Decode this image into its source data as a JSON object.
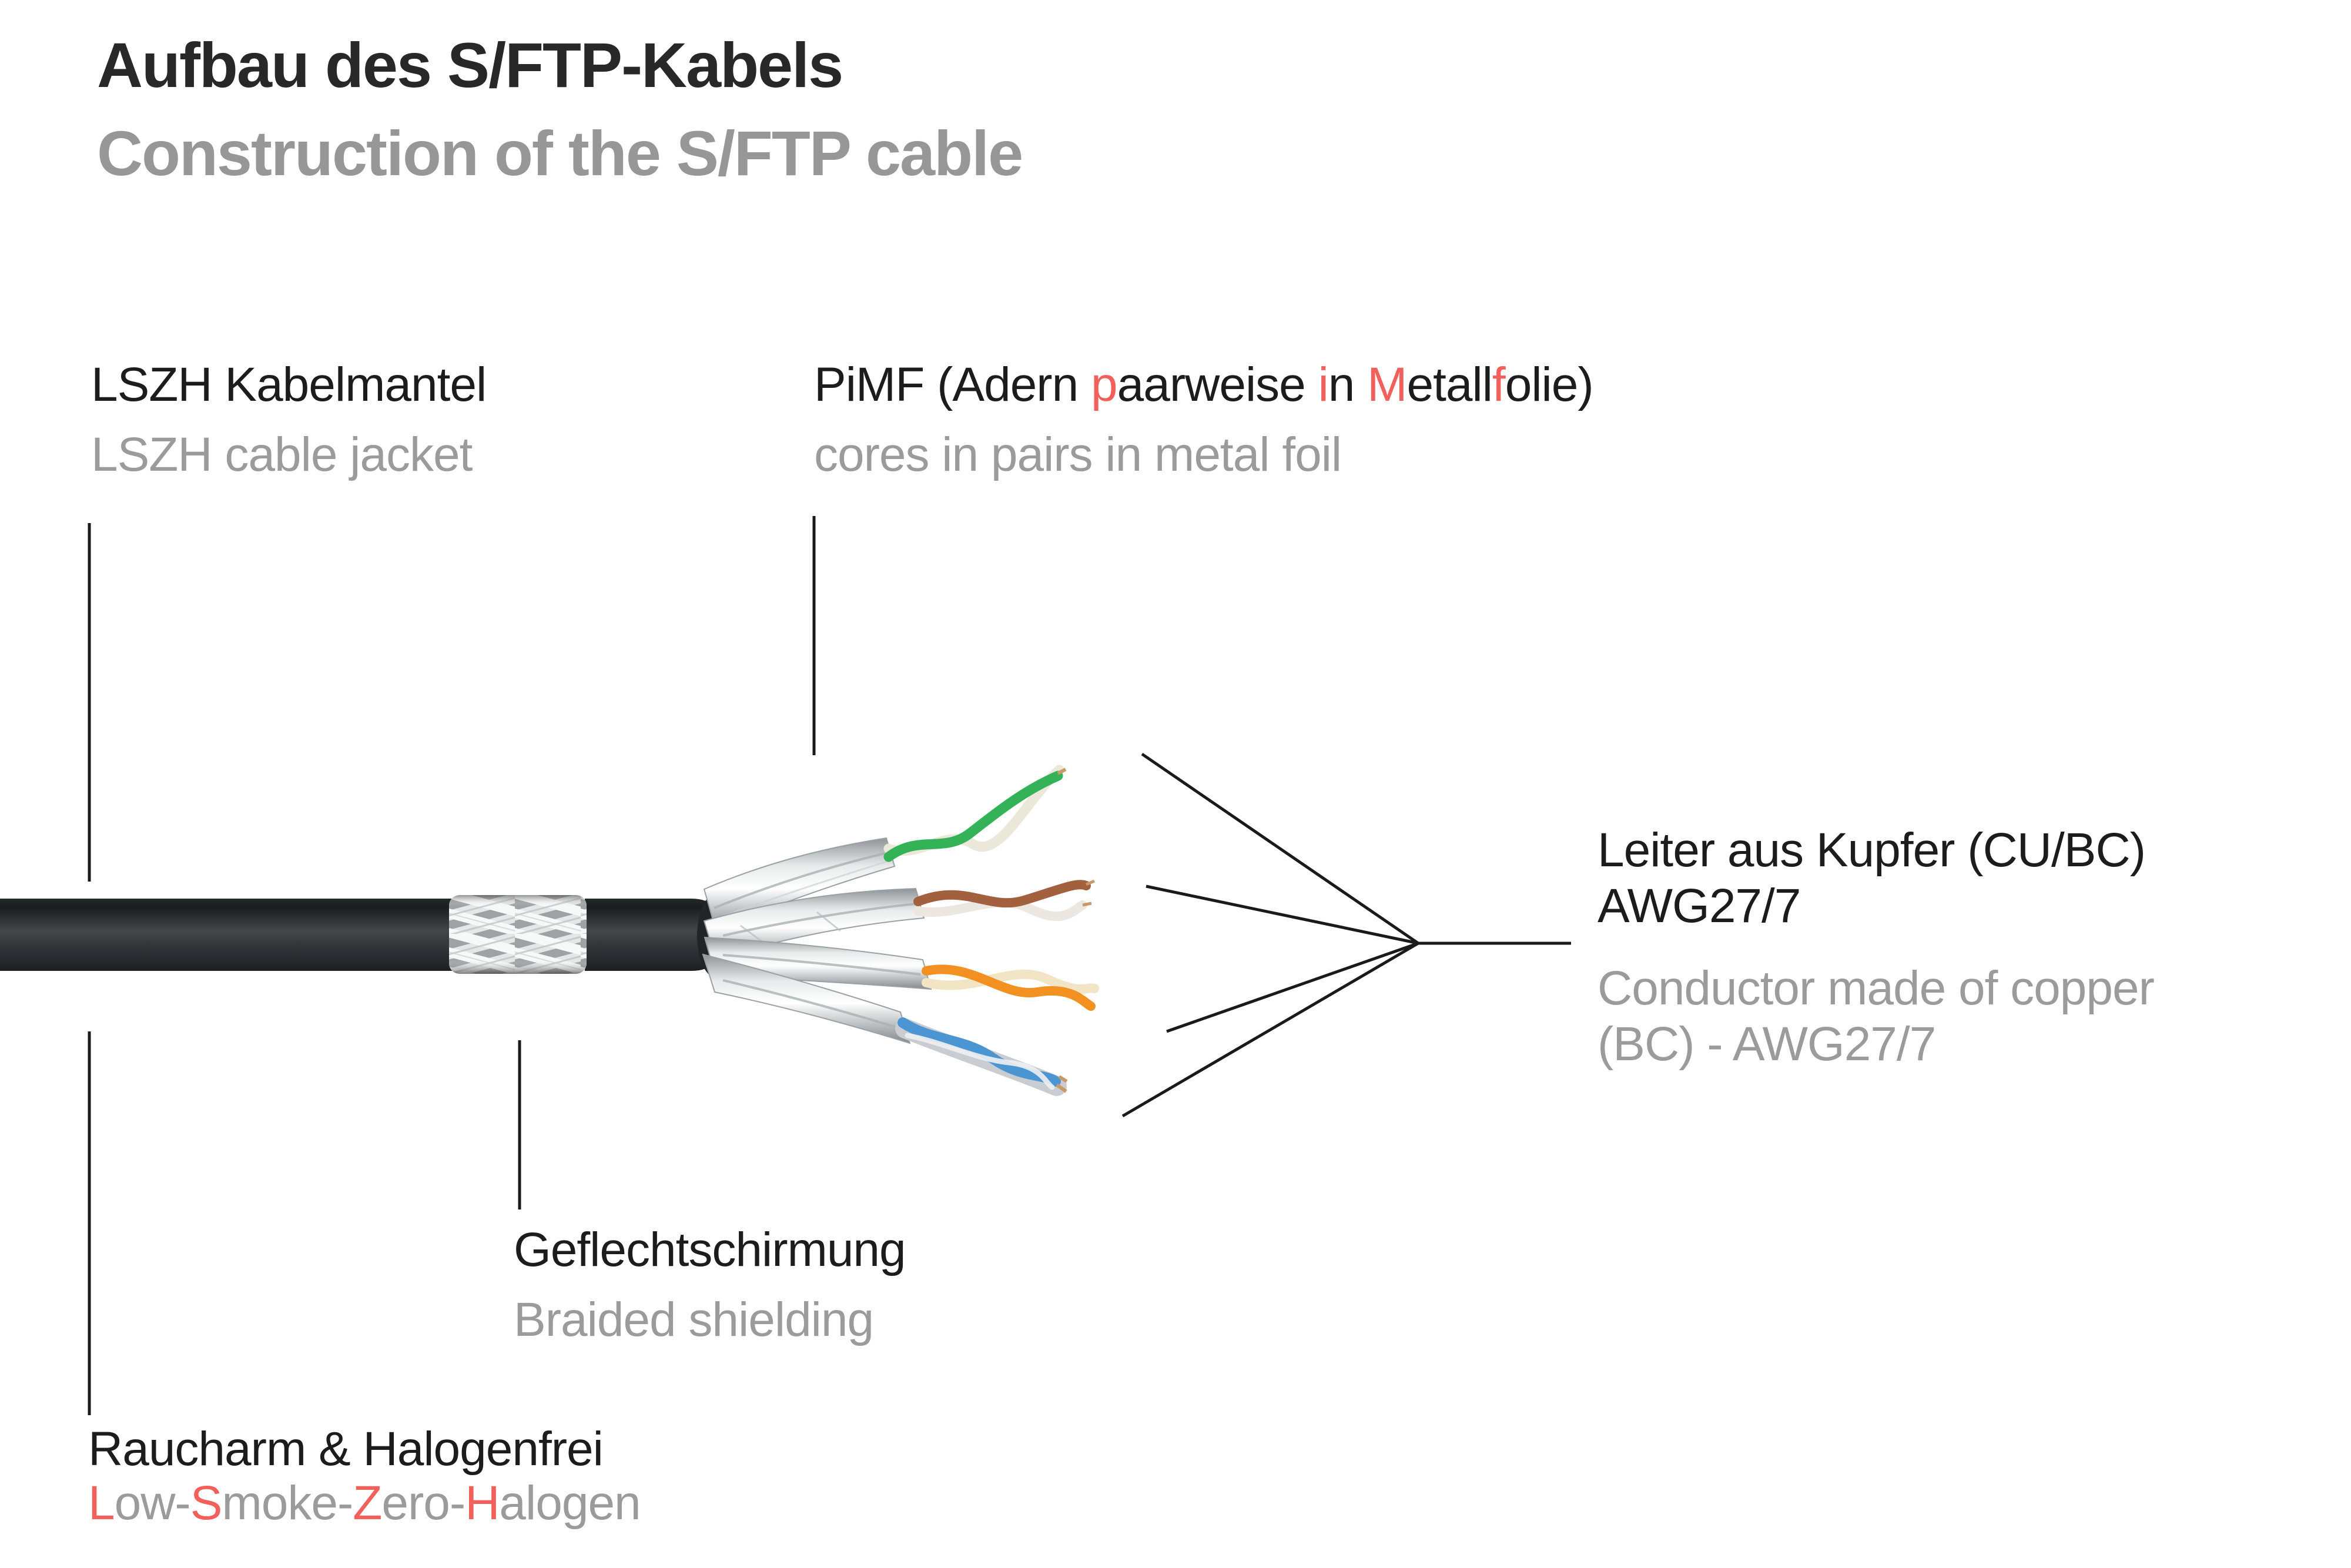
{
  "palette": {
    "accent_red": "#f2605c",
    "text_dark": "#1c1c1c",
    "text_gray": "#9b9b9b",
    "callout_line_color": "#1a1a1a",
    "jacket_black": "#24282b"
  },
  "header": {
    "title_de": "Aufbau des S/FTP-Kabels",
    "title_en": "Construction of the S/FTP cable"
  },
  "callouts": {
    "jacket": {
      "de": "LSZH Kabelmantel",
      "en": "LSZH cable jacket"
    },
    "pimf": {
      "de_segments": [
        {
          "t": "PiMF (Adern "
        },
        {
          "t": "p",
          "accent": true
        },
        {
          "t": "aarweise "
        },
        {
          "t": "i",
          "accent": true
        },
        {
          "t": "n "
        },
        {
          "t": "M",
          "accent": true
        },
        {
          "t": "etall"
        },
        {
          "t": "f",
          "accent": true
        },
        {
          "t": "olie)"
        }
      ],
      "en": "cores in pairs in metal foil"
    },
    "conductor": {
      "de_lines": [
        "Leiter aus Kupfer (CU/BC)",
        "AWG27/7"
      ],
      "en_lines": [
        "Conductor made of copper",
        "(BC) - AWG27/7"
      ]
    },
    "braid": {
      "de": "Geflechtschirmung",
      "en": "Braided shielding"
    },
    "lszh_property": {
      "de": "Raucharm & Halogenfrei",
      "en_segments": [
        {
          "t": "L",
          "accent": true
        },
        {
          "t": "ow-"
        },
        {
          "t": "S",
          "accent": true
        },
        {
          "t": "moke-"
        },
        {
          "t": "Z",
          "accent": true
        },
        {
          "t": "ero-"
        },
        {
          "t": "H",
          "accent": true
        },
        {
          "t": "alogen"
        }
      ]
    }
  },
  "cable": {
    "pairs": [
      {
        "name": "green-pair",
        "color": "#33b257",
        "mate_color": "#ece8d9"
      },
      {
        "name": "brown-pair",
        "color": "#a2603e",
        "mate_color": "#ece7e0"
      },
      {
        "name": "orange-pair",
        "color": "#f29122",
        "mate_color": "#f1e5c6"
      },
      {
        "name": "blue-pair",
        "color": "#4b96d2",
        "mate_color": "#c9cdd1"
      }
    ],
    "copper_color": "#c79a6b"
  }
}
